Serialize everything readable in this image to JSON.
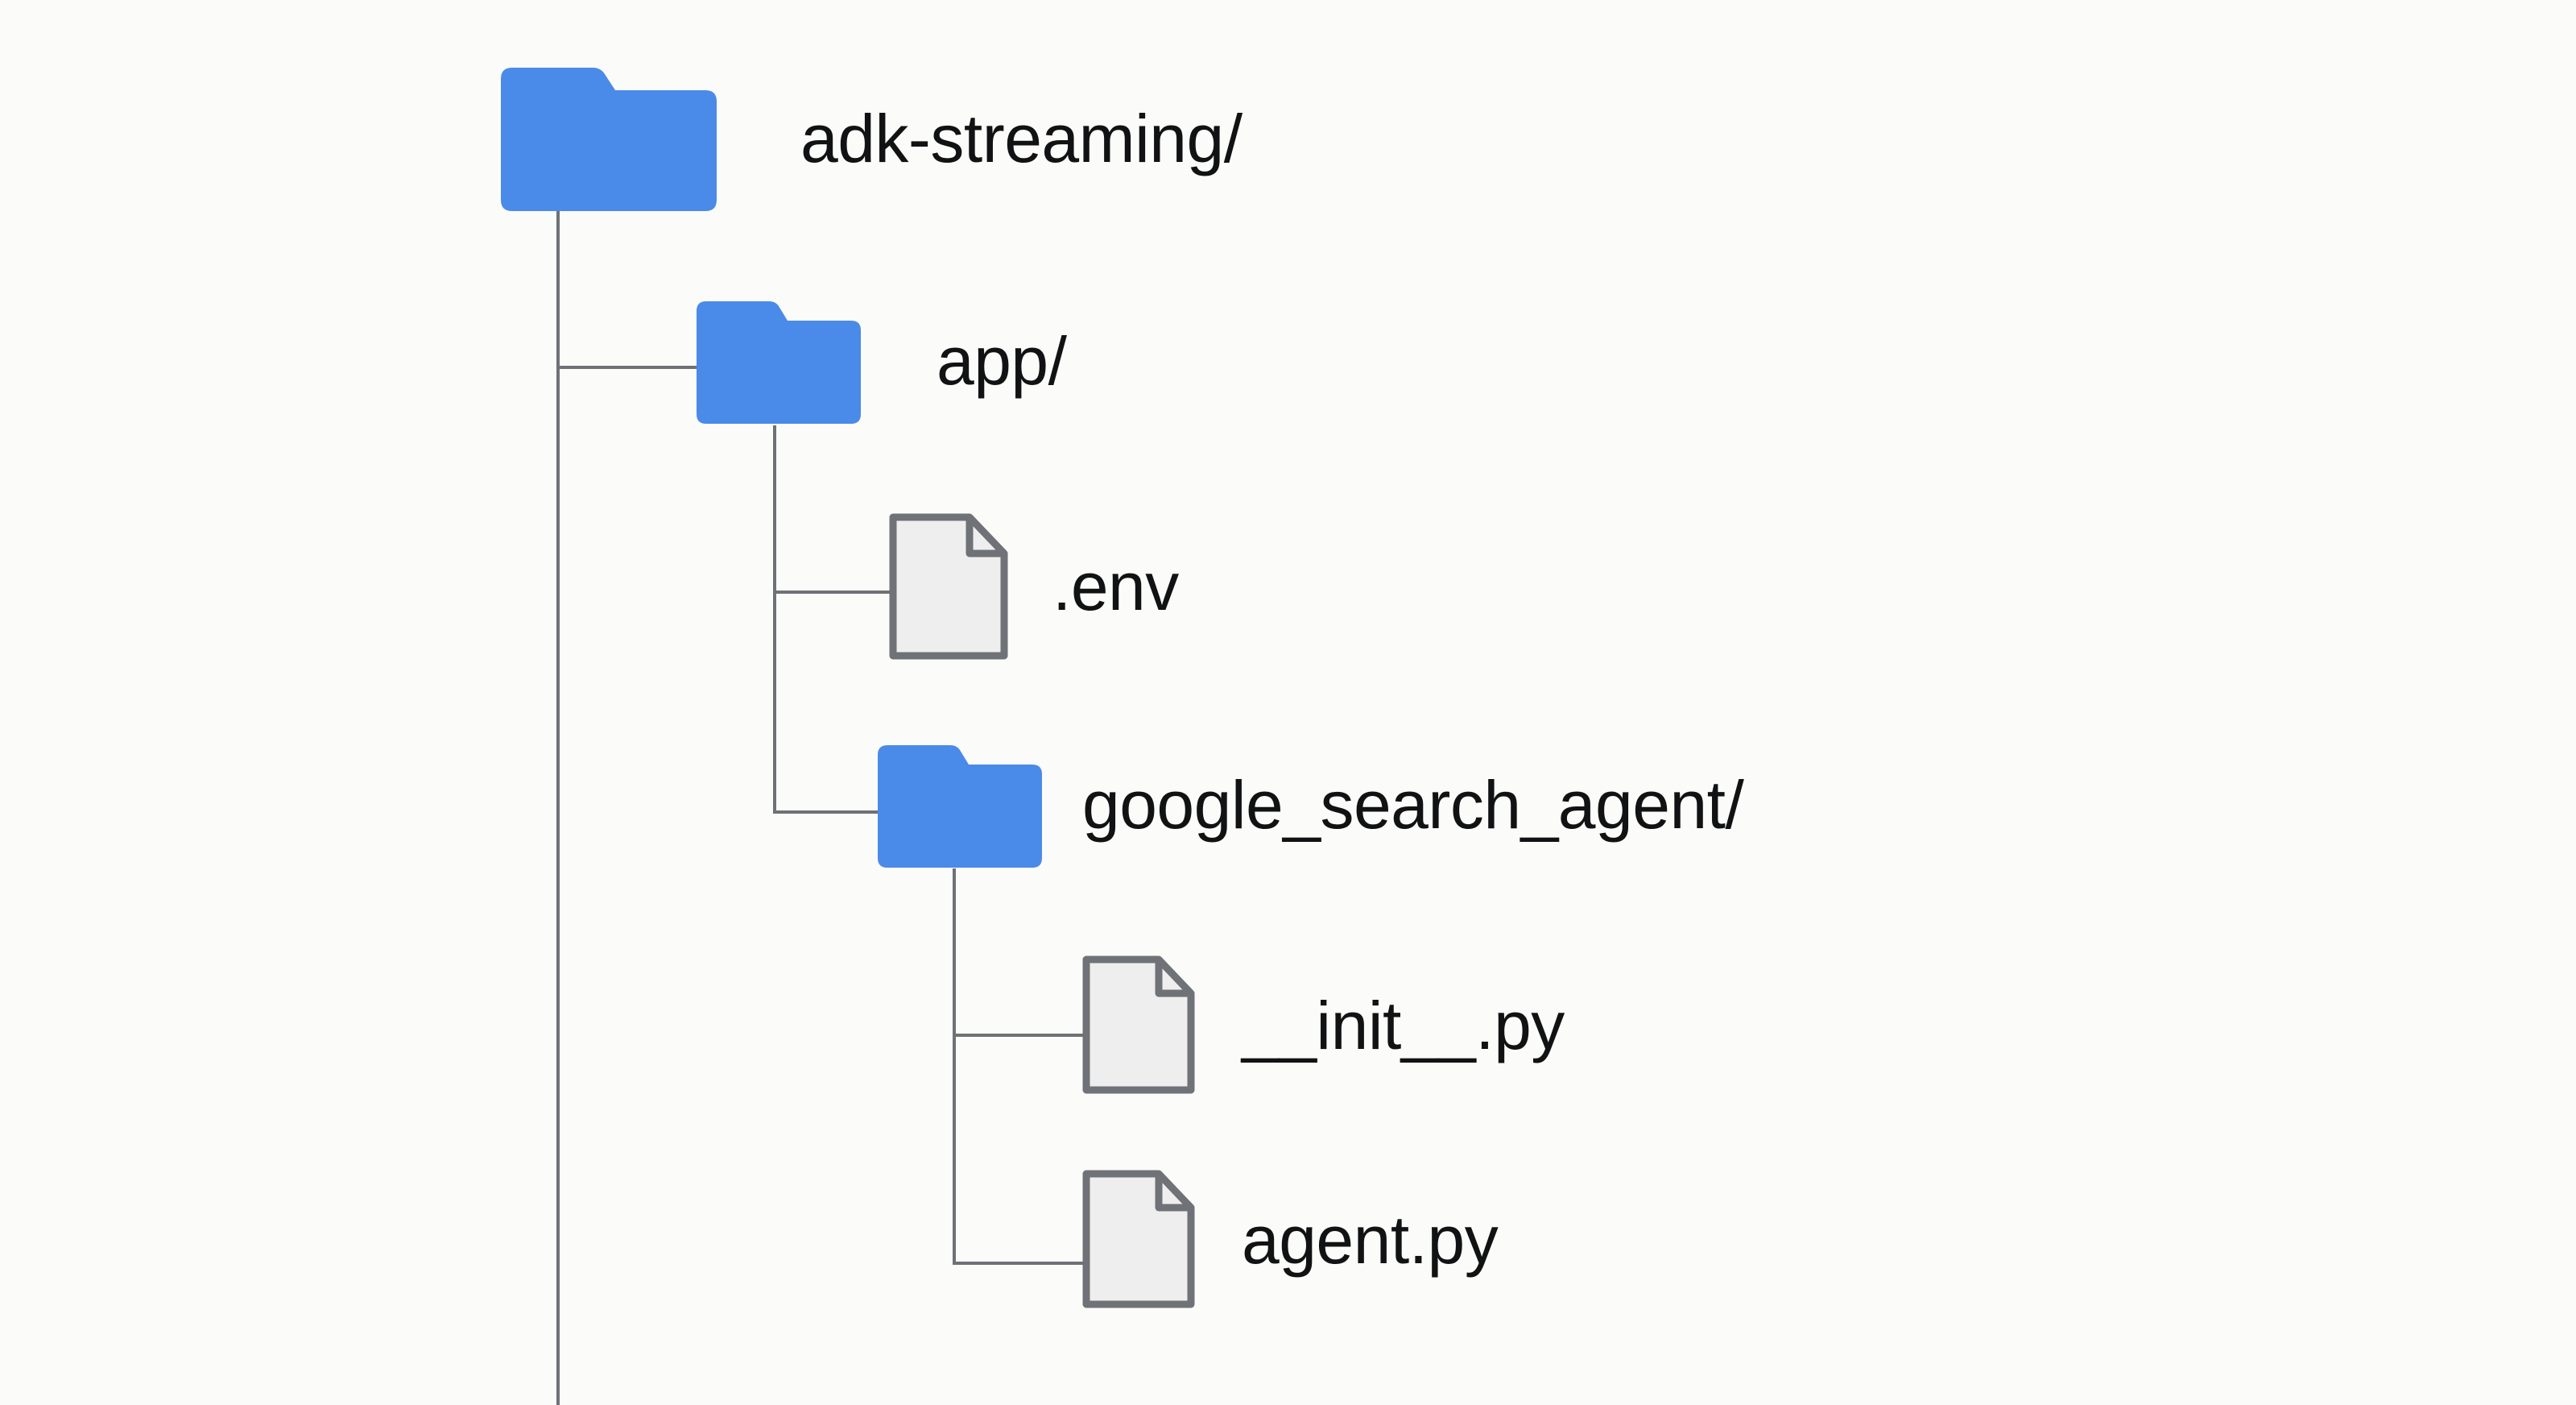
{
  "diagram": {
    "type": "file-tree",
    "title": "adk-streaming project directory structure",
    "colors": {
      "background": "#fbfbf9",
      "folder_blue": "#4a8ae8",
      "folder_blue_dark": "#3f7fdd",
      "line_gray": "#6e7175",
      "file_outline": "#6f7276",
      "file_fill": "#eeeeee",
      "text": "#111213"
    },
    "nodes": [
      {
        "id": "adk-streaming",
        "label": "adk-streaming/",
        "kind": "folder",
        "depth": 0,
        "icon": "folder-icon"
      },
      {
        "id": "app",
        "label": "app/",
        "kind": "folder",
        "depth": 1,
        "icon": "folder-icon"
      },
      {
        "id": "env",
        "label": ".env",
        "kind": "file",
        "depth": 2,
        "icon": "file-icon"
      },
      {
        "id": "google_search_agent",
        "label": "google_search_agent/",
        "kind": "folder",
        "depth": 2,
        "icon": "folder-icon"
      },
      {
        "id": "init-py",
        "label": "__init__.py",
        "kind": "file",
        "depth": 3,
        "icon": "file-icon"
      },
      {
        "id": "agent-py",
        "label": "agent.py",
        "kind": "file",
        "depth": 3,
        "icon": "file-icon"
      }
    ]
  }
}
